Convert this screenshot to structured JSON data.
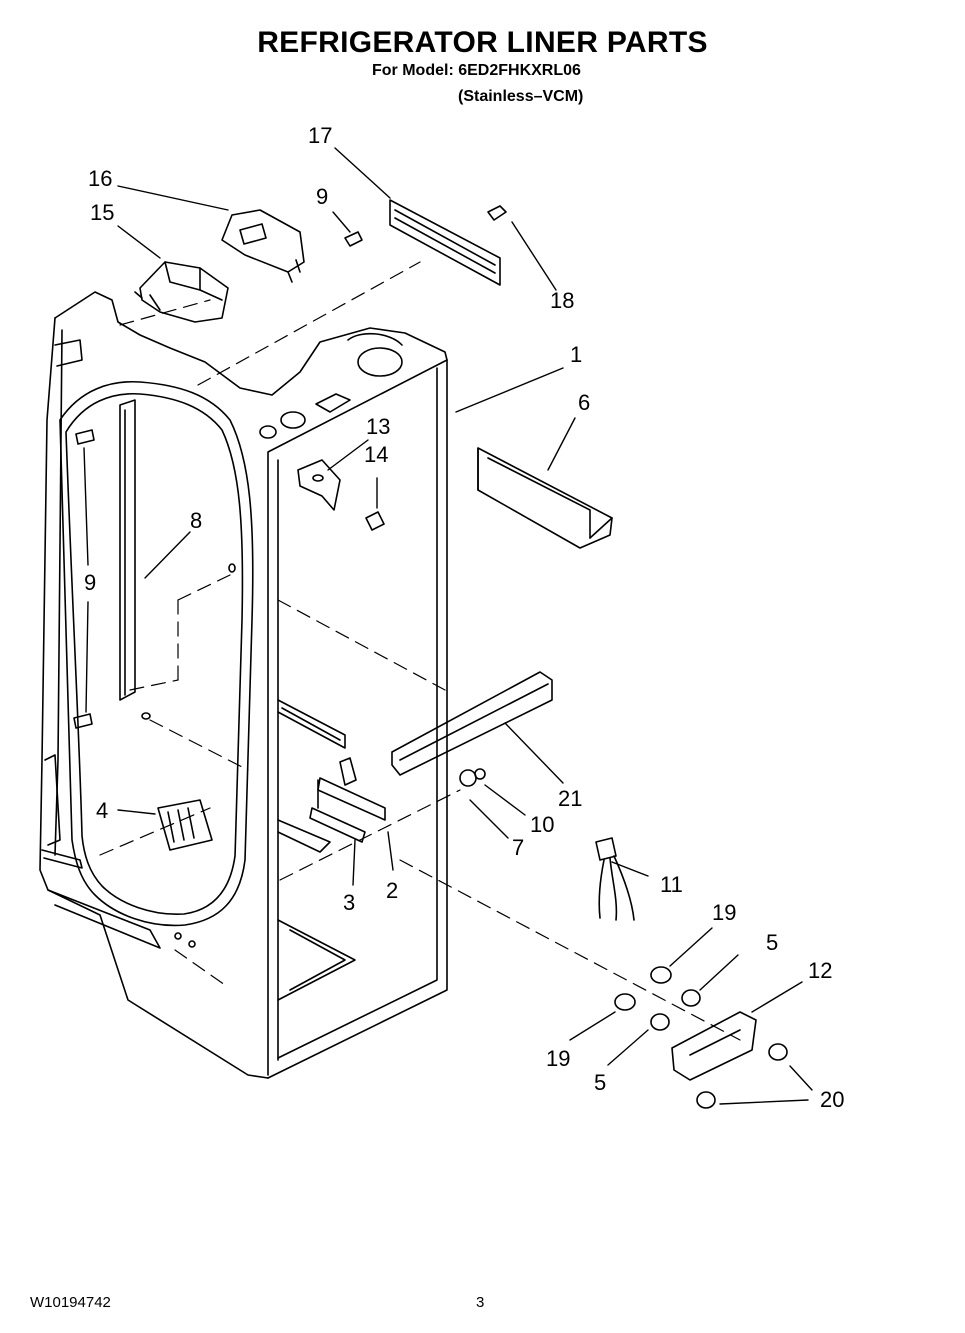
{
  "header": {
    "title": "REFRIGERATOR LINER PARTS",
    "model_line": "For Model: 6ED2FHKXRL06",
    "finish_line": "(Stainless–VCM)"
  },
  "footer": {
    "doc_number": "W10194742",
    "page_number": "3"
  },
  "callouts": [
    "17",
    "16",
    "9",
    "15",
    "18",
    "1",
    "6",
    "13",
    "14",
    "8",
    "9",
    "4",
    "21",
    "10",
    "7",
    "3",
    "2",
    "11",
    "19",
    "5",
    "12",
    "19",
    "5",
    "20"
  ]
}
